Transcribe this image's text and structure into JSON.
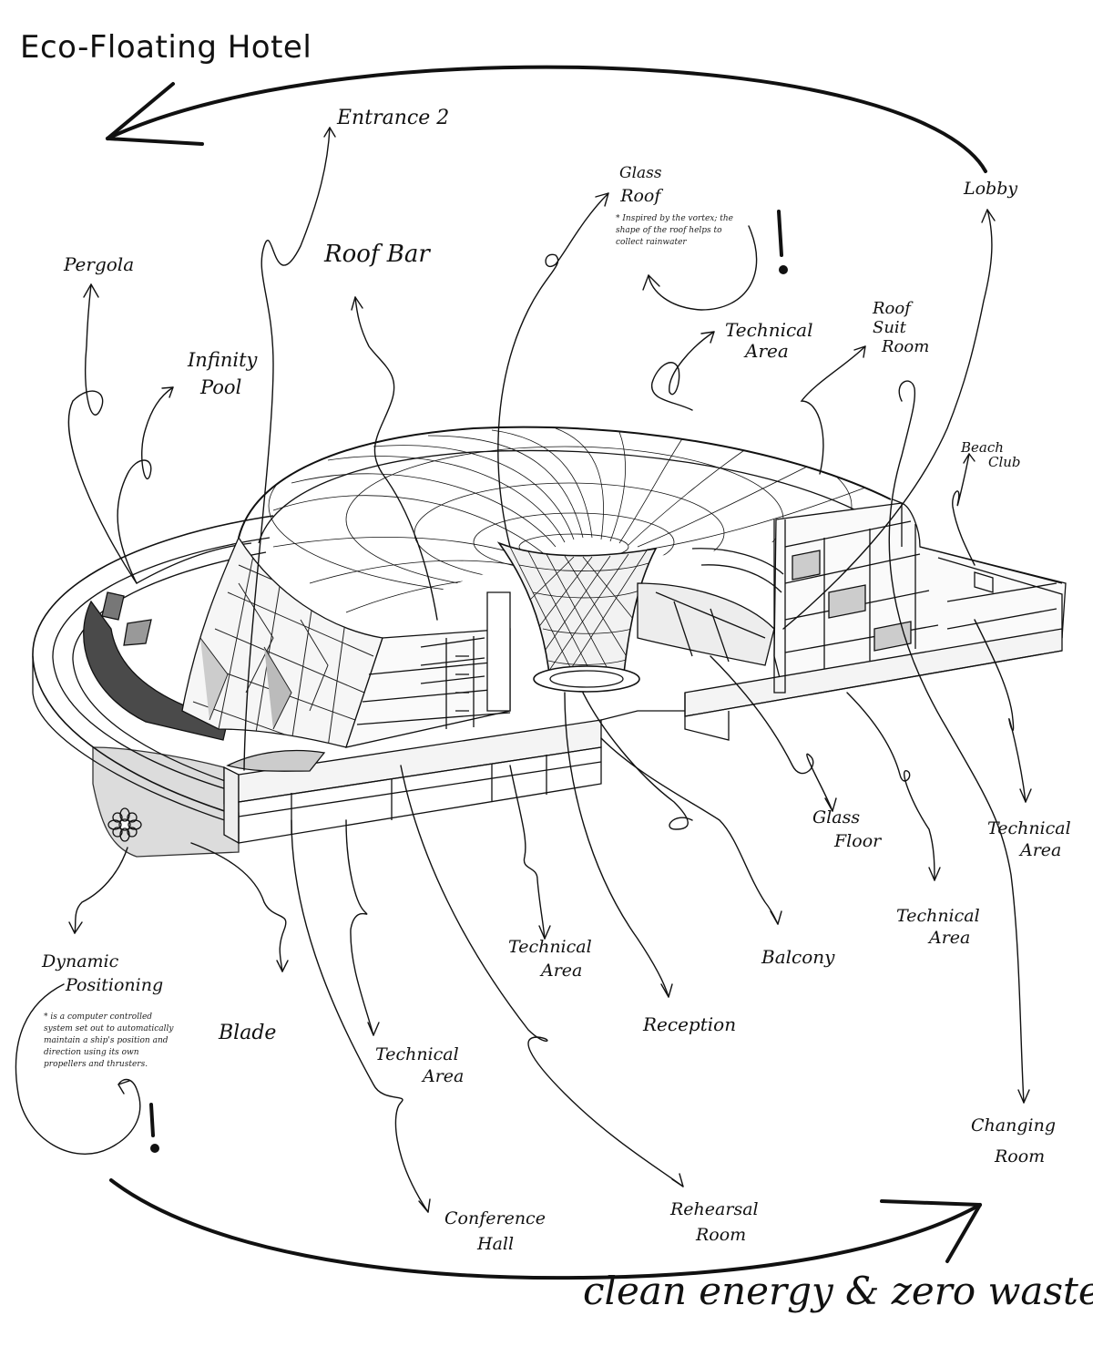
{
  "title": "Eco-Floating Hotel",
  "slogan": "clean energy & zero waste !",
  "labels": {
    "entrance": "Entrance 2",
    "glass_roof_1": "Glass",
    "glass_roof_2": "Roof",
    "glass_roof_note": "* Inspired by the vortex; the shape of the roof helps to collect rainwater",
    "lobby": "Lobby",
    "pergola": "Pergola",
    "roof_bar": "Roof Bar",
    "infinity_pool_1": "Infinity",
    "infinity_pool_2": "Pool",
    "technical_area_top_1": "Technical",
    "technical_area_top_2": "Area",
    "roof_suit_room_1": "Roof",
    "roof_suit_room_2": "Suit",
    "roof_suit_room_3": "Room",
    "beach_club_1": "Beach",
    "beach_club_2": "Club",
    "glass_floor_1": "Glass",
    "glass_floor_2": "Floor",
    "technical_area_right_1": "Technical",
    "technical_area_right_2": "Area",
    "technical_area_mid_right_1": "Technical",
    "technical_area_mid_right_2": "Area",
    "balcony": "Balcony",
    "technical_area_center_1": "Technical",
    "technical_area_center_2": "Area",
    "reception": "Reception",
    "dynamic_positioning_1": "Dynamic",
    "dynamic_positioning_2": "Positioning",
    "dynamic_positioning_note": "* is a computer controlled system set out to automatically maintain a ship's position and direction using its own propellers and thrusters.",
    "blade": "Blade",
    "technical_area_left_1": "Technical",
    "technical_area_left_2": "Area",
    "conference_hall_1": "Conference",
    "conference_hall_2": "Hall",
    "rehearsal_room_1": "Rehearsal",
    "rehearsal_room_2": "Room",
    "changing_room_1": "Changing",
    "changing_room_2": "Room"
  },
  "accents": {
    "ink": "#111111",
    "shade": "#d8d8d8"
  },
  "icons": {
    "exclamation": "!",
    "flower": "flower-icon"
  }
}
